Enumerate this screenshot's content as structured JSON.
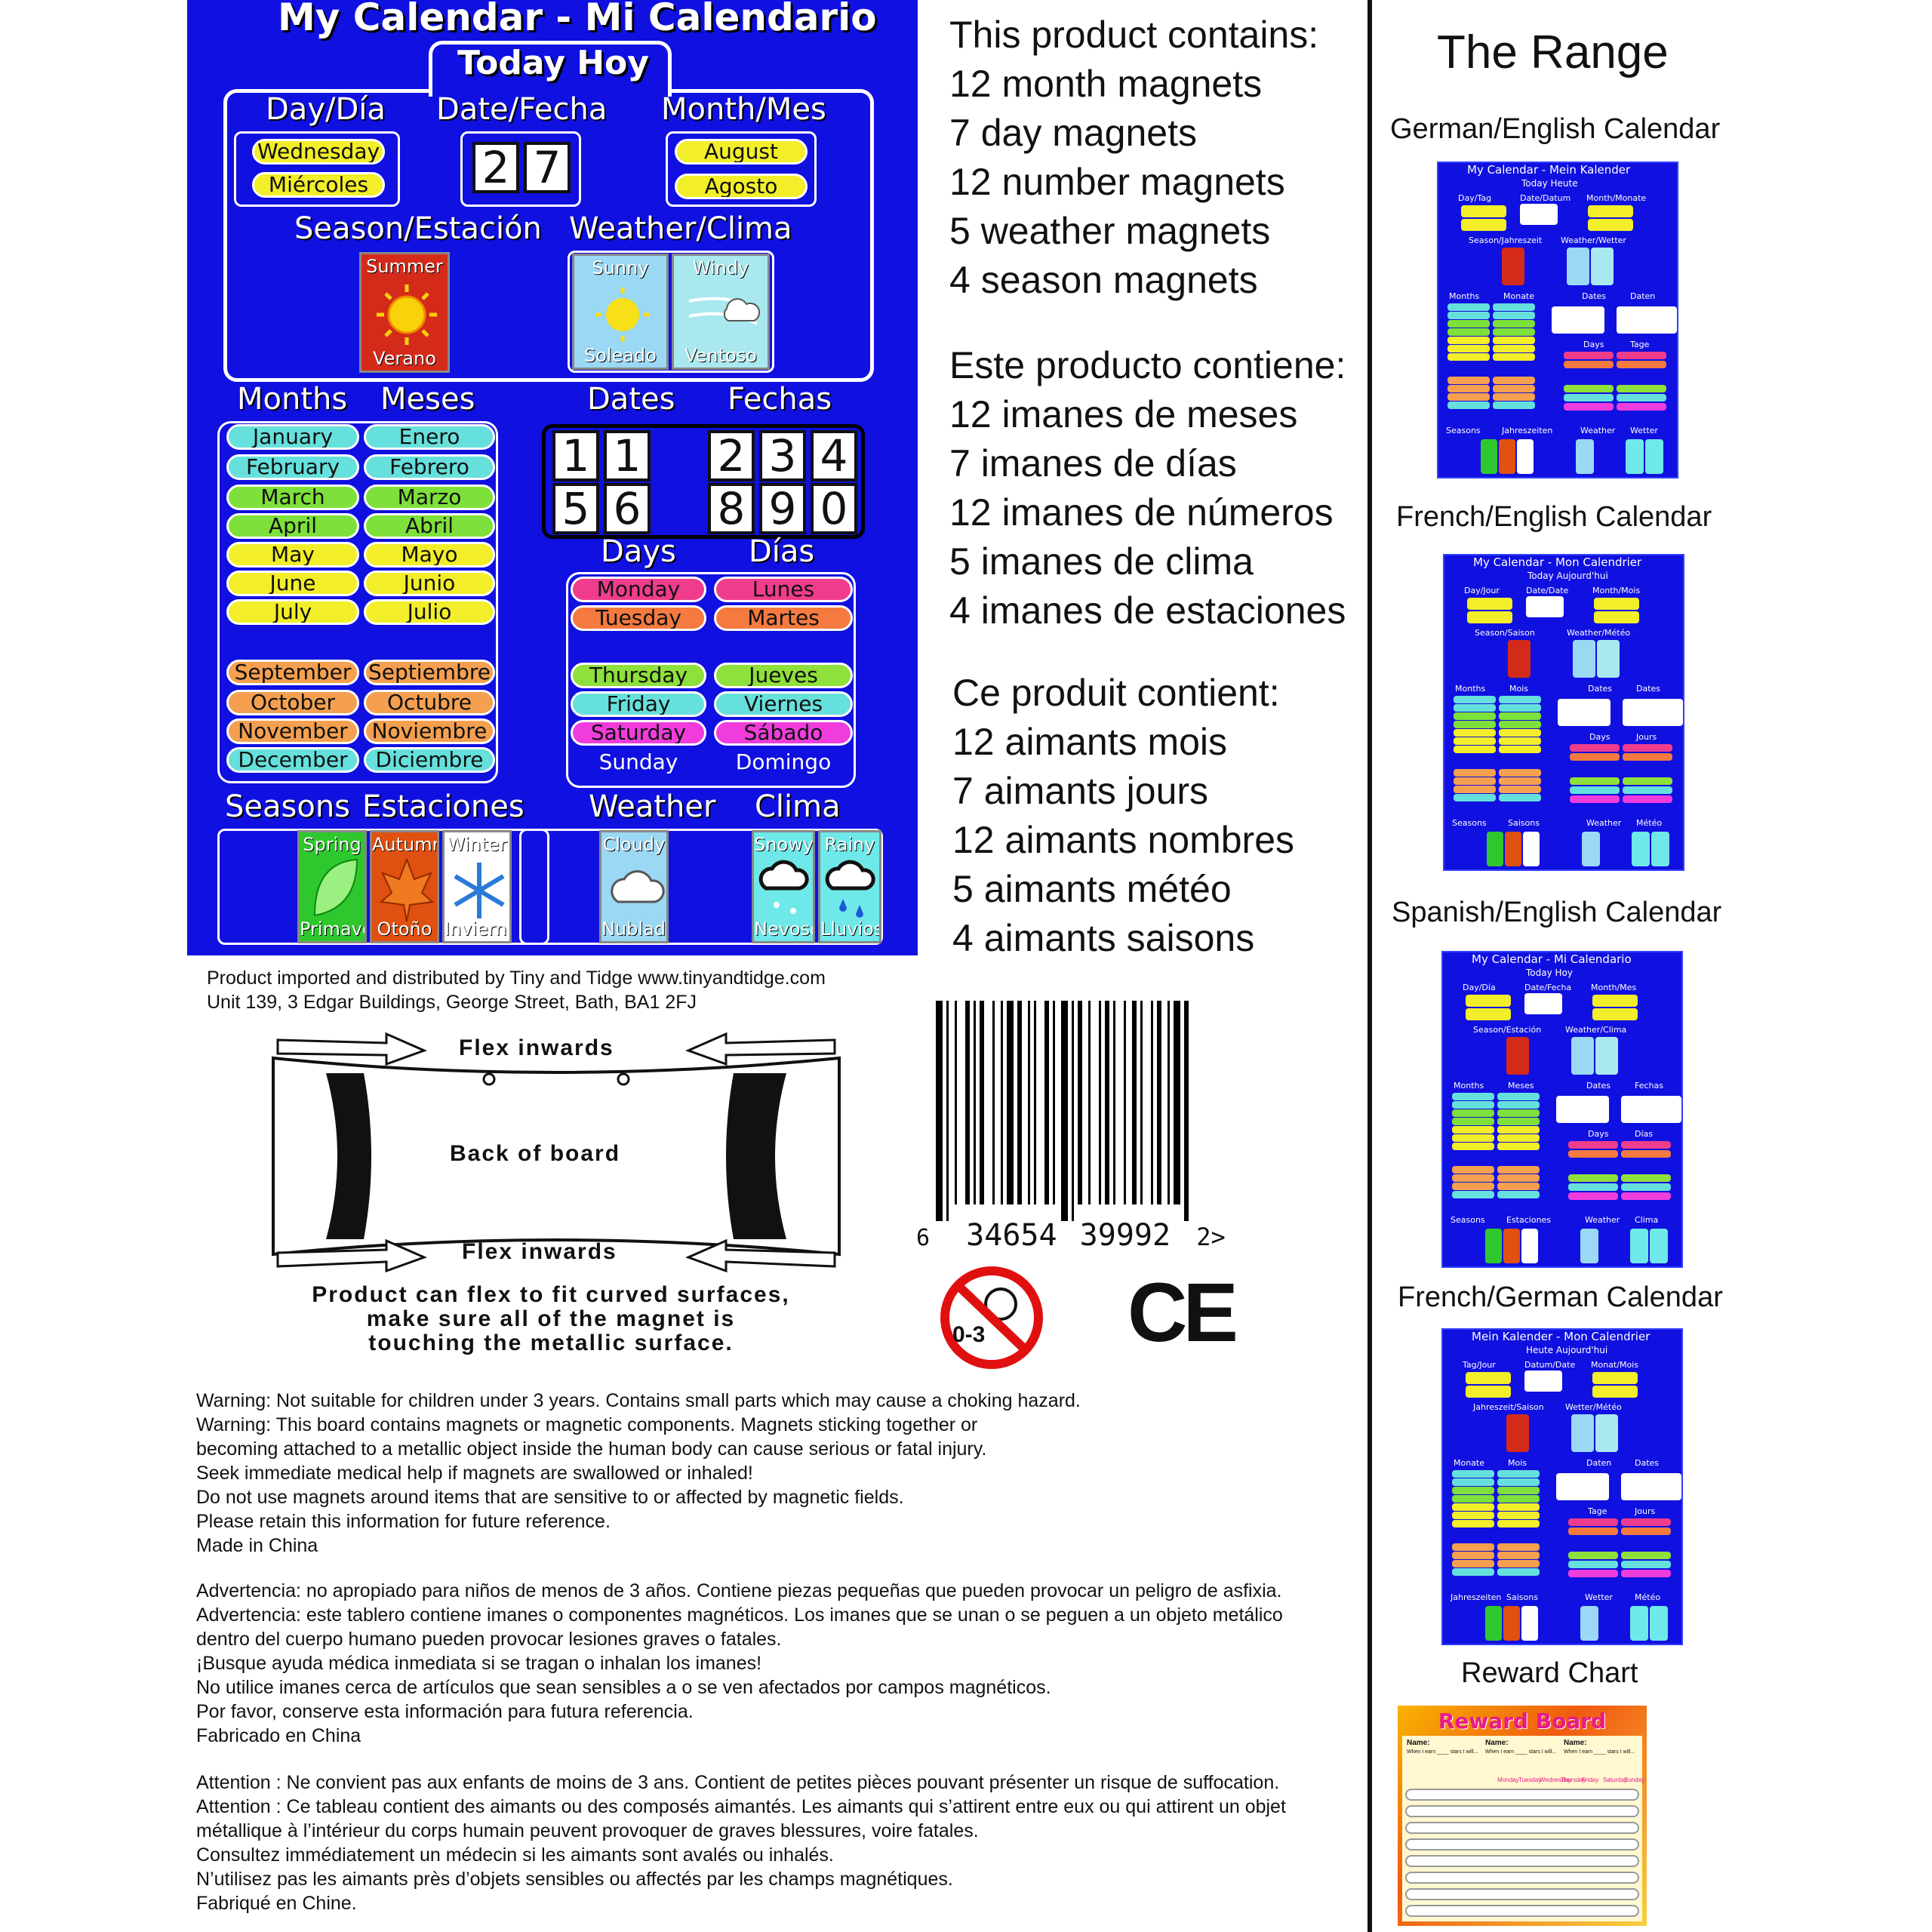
{
  "board": {
    "title": "My Calendar - Mi Calendario",
    "today_tab": "Today Hoy",
    "day_label": "Day/Día",
    "date_label": "Date/Fecha",
    "month_label": "Month/Mes",
    "today_day_en": "Wednesday",
    "today_day_es": "Miércoles",
    "today_date": [
      "2",
      "7"
    ],
    "today_month_en": "August",
    "today_month_es": "Agosto",
    "season_label": "Season/Estación",
    "weather_label": "Weather/Clima",
    "today_season_top": "Summer",
    "today_season_bottom": "Verano",
    "today_weather_1_top": "Sunny",
    "today_weather_1_bottom": "Soleado",
    "today_weather_2_top": "Windy",
    "today_weather_2_bottom": "Ventoso",
    "months_heading": "Months",
    "meses_heading": "Meses",
    "dates_heading": "Dates",
    "fechas_heading": "Fechas",
    "days_heading": "Days",
    "dias_heading": "Días",
    "seasons_heading": "Seasons",
    "estaciones_heading": "Estaciones",
    "weather_heading": "Weather",
    "clima_heading": "Clima",
    "months": [
      {
        "en": "January",
        "es": "Enero",
        "color": "#66e0dc"
      },
      {
        "en": "February",
        "es": "Febrero",
        "color": "#66e0dc"
      },
      {
        "en": "March",
        "es": "Marzo",
        "color": "#7ee03a"
      },
      {
        "en": "April",
        "es": "Abril",
        "color": "#7ee03a"
      },
      {
        "en": "May",
        "es": "Mayo",
        "color": "#f2ee2a"
      },
      {
        "en": "June",
        "es": "Junio",
        "color": "#f2ee2a"
      },
      {
        "en": "July",
        "es": "Julio",
        "color": "#f2ee2a"
      },
      {
        "en": "September",
        "es": "Septiembre",
        "color": "#f4a050"
      },
      {
        "en": "October",
        "es": "Octubre",
        "color": "#f4a050"
      },
      {
        "en": "November",
        "es": "Noviembre",
        "color": "#f4a050"
      },
      {
        "en": "December",
        "es": "Diciembre",
        "color": "#66e0dc"
      }
    ],
    "dates_row1_left": [
      "1",
      "1"
    ],
    "dates_row1_right": [
      "2",
      "3",
      "4"
    ],
    "dates_row2_left": [
      "5",
      "6"
    ],
    "dates_row2_right": [
      "8",
      "9",
      "0"
    ],
    "days": [
      {
        "en": "Monday",
        "es": "Lunes",
        "color": "#f03c8c"
      },
      {
        "en": "Tuesday",
        "es": "Martes",
        "color": "#f47a40"
      },
      {
        "en": "Thursday",
        "es": "Jueves",
        "color": "#8ee03a"
      },
      {
        "en": "Friday",
        "es": "Viernes",
        "color": "#66e0dc"
      },
      {
        "en": "Saturday",
        "es": "Sábado",
        "color": "#f03cdc"
      },
      {
        "en": "Sunday",
        "es": "Domingo",
        "color": ""
      }
    ],
    "seasons": [
      {
        "top": "Spring",
        "bottom": "Primavera",
        "color": "#2ec82e"
      },
      {
        "top": "Autumn",
        "bottom": "Otoño",
        "color": "#e05010"
      },
      {
        "top": "Winter",
        "bottom": "Invierno",
        "color": "#ffffff"
      }
    ],
    "weather": [
      {
        "top": "Cloudy",
        "bottom": "Nublado"
      },
      {
        "top": "Snowy",
        "bottom": "Nevoso"
      },
      {
        "top": "Rainy",
        "bottom": "Lluvioso"
      }
    ]
  },
  "contents": {
    "en_title": "This product contains:",
    "en_items": [
      "12 month magnets",
      "7 day magnets",
      "12 number magnets",
      "5 weather magnets",
      "4 season magnets"
    ],
    "es_title": "Este producto contiene:",
    "es_items": [
      "12 imanes de meses",
      "7 imanes de días",
      "12 imanes de números",
      "5 imanes de clima",
      "4 imanes de estaciones"
    ],
    "fr_title": "Ce produit contient:",
    "fr_items": [
      "12 aimants mois",
      "7 aimants jours",
      "12 aimants nombres",
      "5 aimants météo",
      "4 aimants saisons"
    ]
  },
  "importer": {
    "line1": "Product imported and distributed by Tiny and Tidge www.tinyandtidge.com",
    "line2": "Unit 139, 3 Edgar Buildings, George Street, Bath, BA1 2FJ"
  },
  "flex": {
    "top_label": "Flex inwards",
    "bottom_label": "Flex inwards",
    "center_label": "Back of board",
    "caption": [
      "Product can flex to fit curved surfaces,",
      "make sure all of the magnet is",
      "touching the metallic surface."
    ]
  },
  "barcode": {
    "digits": [
      "6",
      "34654",
      "39992",
      "2>"
    ]
  },
  "age_warning_icon": "0-3",
  "ce_mark": "CE",
  "warnings_en": [
    "Warning: Not suitable for children under 3 years. Contains small parts which may cause a choking hazard.",
    "Warning: This board contains magnets or magnetic components. Magnets sticking together or",
    "becoming attached to a metallic object inside the human body can cause serious or fatal injury.",
    "Seek immediate medical help if magnets are swallowed or inhaled!",
    "Do not use magnets around items that are sensitive to or affected by magnetic fields.",
    "Please retain this information for future reference.",
    "Made in China"
  ],
  "warnings_es": [
    "Advertencia: no apropiado para niños de menos de 3 años. Contiene piezas pequeñas que pueden provocar un peligro de asfixia.",
    "Advertencia: este tablero contiene imanes o componentes magnéticos. Los imanes que se unan o se peguen a un objeto metálico",
    "dentro del cuerpo humano pueden provocar lesiones graves o fatales.",
    "¡Busque ayuda médica inmediata si se tragan o inhalan los imanes!",
    "No utilice imanes cerca de artículos que sean sensibles a o se ven afectados por campos magnéticos.",
    "Por favor, conserve esta información para futura referencia.",
    "Fabricado en China"
  ],
  "warnings_fr": [
    "Attention : Ne convient pas aux enfants de moins de 3 ans. Contient de petites pièces pouvant présenter un risque de suffocation.",
    "Attention : Ce tableau contient des aimants ou des composés aimantés. Les aimants qui s’attirent entre eux ou qui attirent un objet",
    "métallique à l’intérieur du corps humain peuvent provoquer de graves blessures, voire fatales.",
    "Consultez immédiatement un médecin si les aimants sont avalés ou inhalés.",
    "N’utilisez pas les aimants près d’objets sensibles ou affectés par les champs magnétiques.",
    "Fabriqué en Chine."
  ],
  "range": {
    "title": "The Range",
    "items": [
      {
        "label": "German/English Calendar",
        "board_title": "My Calendar - Mein Kalender",
        "tab": "Today Heute",
        "row1": [
          "Day/Tag",
          "Date/Datum",
          "Month/Monate"
        ],
        "row2": [
          "Season/Jahreszeit",
          "Weather/Wetter"
        ],
        "row3": [
          "Months",
          "Monate",
          "Dates",
          "Daten"
        ],
        "row4": [
          "Days",
          "Tage"
        ],
        "row5": [
          "Seasons",
          "Jahreszeiten",
          "Weather",
          "Wetter"
        ]
      },
      {
        "label": "French/English Calendar",
        "board_title": "My Calendar - Mon Calendrier",
        "tab": "Today Aujourd'hui",
        "row1": [
          "Day/Jour",
          "Date/Date",
          "Month/Mois"
        ],
        "row2": [
          "Season/Saison",
          "Weather/Météo"
        ],
        "row3": [
          "Months",
          "Mois",
          "Dates",
          "Dates"
        ],
        "row4": [
          "Days",
          "Jours"
        ],
        "row5": [
          "Seasons",
          "Saisons",
          "Weather",
          "Météo"
        ]
      },
      {
        "label": "Spanish/English Calendar",
        "board_title": "My Calendar - Mi Calendario",
        "tab": "Today Hoy",
        "row1": [
          "Day/Día",
          "Date/Fecha",
          "Month/Mes"
        ],
        "row2": [
          "Season/Estación",
          "Weather/Clima"
        ],
        "row3": [
          "Months",
          "Meses",
          "Dates",
          "Fechas"
        ],
        "row4": [
          "Days",
          "Días"
        ],
        "row5": [
          "Seasons",
          "Estaciones",
          "Weather",
          "Clima"
        ]
      },
      {
        "label": "French/German Calendar",
        "board_title": "Mein Kalender - Mon Calendrier",
        "tab": "Heute Aujourd'hui",
        "row1": [
          "Tag/Jour",
          "Datum/Date",
          "Monat/Mois"
        ],
        "row2": [
          "Jahreszeit/Saison",
          "Wetter/Météo"
        ],
        "row3": [
          "Monate",
          "Mois",
          "Daten",
          "Dates"
        ],
        "row4": [
          "Tage",
          "Jours"
        ],
        "row5": [
          "Jahreszeiten",
          "Saisons",
          "Wetter",
          "Météo"
        ]
      }
    ],
    "reward_label": "Reward Chart",
    "reward_title": "Reward Board",
    "reward_name": "Name:",
    "reward_when": "When I earn ____ stars I will...",
    "reward_days": [
      "Monday",
      "Tuesday",
      "Wednesday",
      "Thursday",
      "Friday",
      "Saturday",
      "Sunday"
    ]
  }
}
